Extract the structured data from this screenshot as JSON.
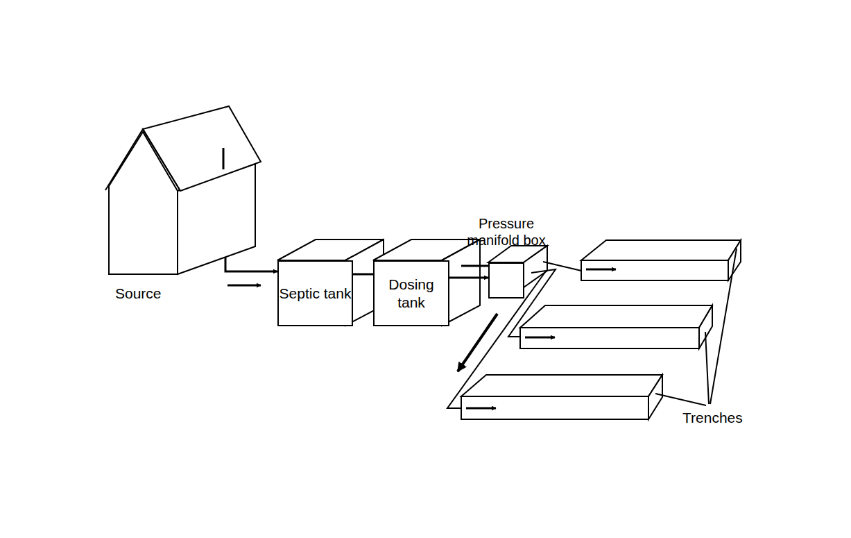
{
  "diagram": {
    "nodes": [
      {
        "text": [
          "Source"
        ]
      },
      {
        "text": [
          "Septic tank"
        ]
      },
      {
        "text": [
          "Dosing tank"
        ]
      },
      {
        "text": [
          "Pressure manifold box"
        ]
      }
    ],
    "edges": [
      {
        "from": 0,
        "to": 1,
        "arrow": "to"
      },
      {
        "from": 1,
        "to": 2,
        "arrow": "none"
      },
      {
        "from": 2,
        "to": 3,
        "arrow": "to"
      }
    ],
    "labels": [
      "Trenches"
    ]
  }
}
